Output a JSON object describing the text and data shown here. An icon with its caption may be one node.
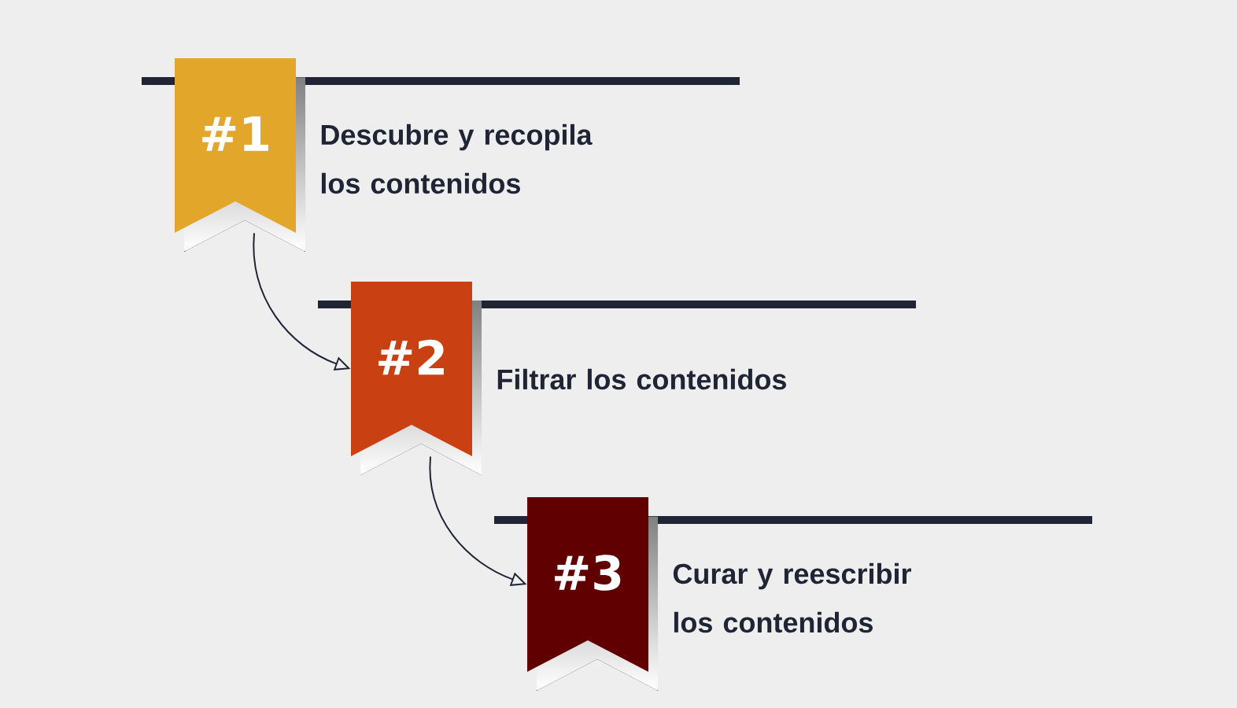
{
  "diagram": {
    "nodes": [
      {
        "text": [
          "#1"
        ],
        "beside": [
          "Descubre y recopila los contenidos"
        ]
      },
      {
        "text": [
          "#2"
        ],
        "beside": [
          "Filtrar los contenidos"
        ]
      },
      {
        "text": [
          "#3"
        ],
        "beside": [
          "Curar y reescribir los contenidos"
        ]
      }
    ],
    "edges": [
      {
        "from": 0,
        "to": 1,
        "arrow": "to"
      },
      {
        "from": 1,
        "to": 2,
        "arrow": "to"
      }
    ]
  }
}
